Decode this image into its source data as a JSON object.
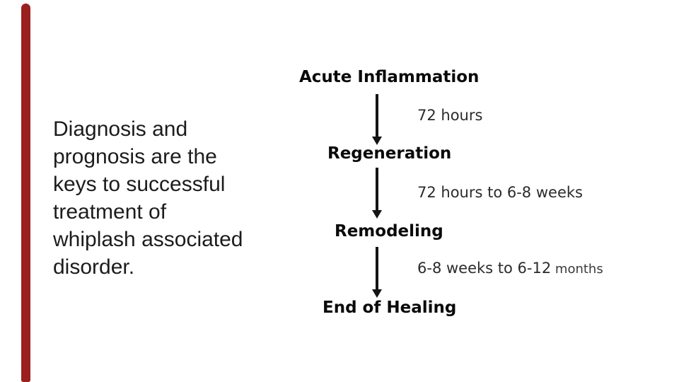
{
  "slide": {
    "background_color": "#ffffff",
    "accent_bar_color": "#9a2020"
  },
  "body_text": {
    "lines": [
      "Diagnosis and",
      "prognosis are the",
      "keys to successful",
      "treatment of",
      "whiplash associated",
      "disorder."
    ]
  },
  "flowchart": {
    "nodes": [
      {
        "label": "Acute Inflammation"
      },
      {
        "label": "Regeneration"
      },
      {
        "label": "Remodeling"
      },
      {
        "label": "End of Healing"
      }
    ],
    "arrows": [
      {
        "duration": "72 hours",
        "suffix": ""
      },
      {
        "duration": "72 hours to 6-8 weeks",
        "suffix": ""
      },
      {
        "duration": "6-8 weeks to 6-12",
        "suffix": " months"
      }
    ]
  }
}
